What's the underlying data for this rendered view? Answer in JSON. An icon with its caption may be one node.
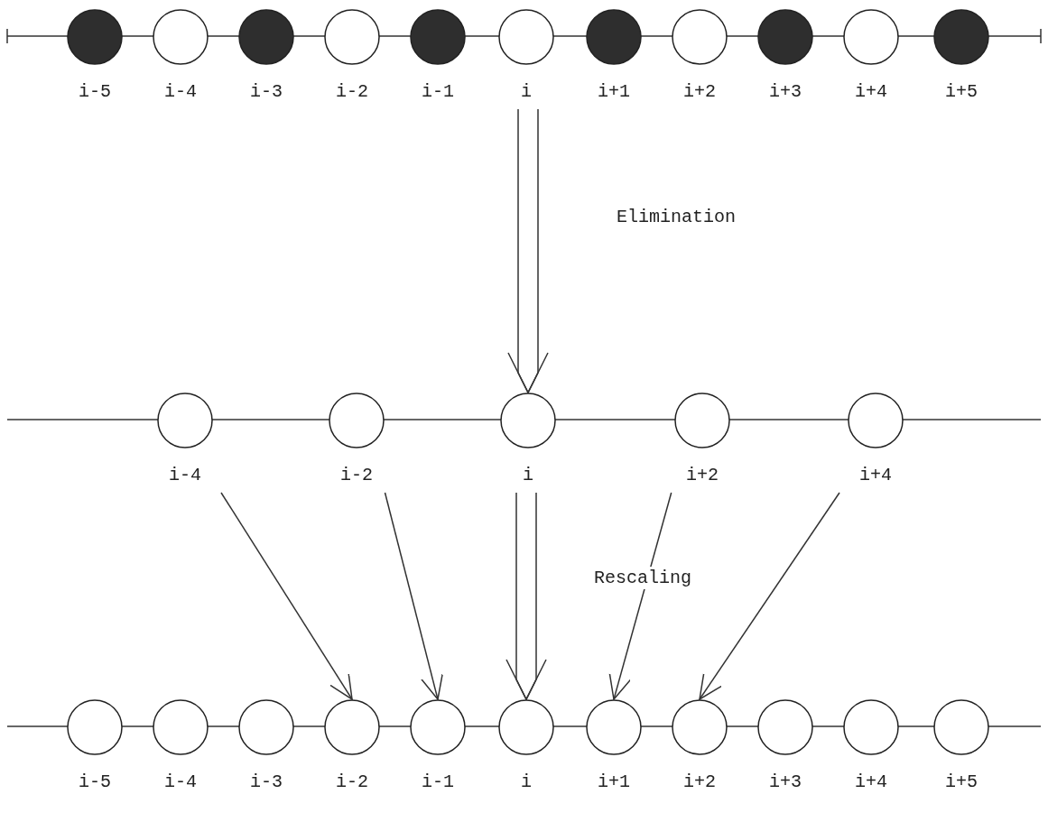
{
  "diagram": {
    "nodes": [
      {
        "text": [],
        "shape": "circle",
        "beside": [
          "i-5"
        ]
      },
      {
        "text": [],
        "shape": "circle",
        "beside": [
          "i-4"
        ]
      },
      {
        "text": [],
        "shape": "circle",
        "beside": [
          "i-3"
        ]
      },
      {
        "text": [],
        "shape": "circle",
        "beside": [
          "i-2"
        ]
      },
      {
        "text": [],
        "shape": "circle",
        "beside": [
          "i-1"
        ]
      },
      {
        "text": [],
        "shape": "circle",
        "beside": [
          "i"
        ]
      },
      {
        "text": [],
        "shape": "circle",
        "beside": [
          "i+1"
        ]
      },
      {
        "text": [],
        "shape": "circle",
        "beside": [
          "i+2"
        ]
      },
      {
        "text": [],
        "shape": "circle",
        "beside": [
          "i+3"
        ]
      },
      {
        "text": [],
        "shape": "circle",
        "beside": [
          "i+4"
        ]
      },
      {
        "text": [],
        "shape": "circle",
        "beside": [
          "i+5"
        ]
      },
      {
        "text": [],
        "shape": "circle",
        "beside": [
          "i-4"
        ]
      },
      {
        "text": [],
        "shape": "circle",
        "beside": [
          "i-2"
        ]
      },
      {
        "text": [],
        "shape": "circle",
        "beside": [
          "i"
        ]
      },
      {
        "text": [],
        "shape": "circle",
        "beside": [
          "i+2"
        ]
      },
      {
        "text": [],
        "shape": "circle",
        "beside": [
          "i+4"
        ]
      },
      {
        "text": [],
        "shape": "circle",
        "beside": [
          "i-5"
        ]
      },
      {
        "text": [],
        "shape": "circle",
        "beside": [
          "i-4"
        ]
      },
      {
        "text": [],
        "shape": "circle",
        "beside": [
          "i-3"
        ]
      },
      {
        "text": [],
        "shape": "circle",
        "beside": [
          "i-2"
        ]
      },
      {
        "text": [],
        "shape": "circle",
        "beside": [
          "i-1"
        ]
      },
      {
        "text": [],
        "shape": "circle",
        "beside": [
          "i"
        ]
      },
      {
        "text": [],
        "shape": "circle",
        "beside": [
          "i+1"
        ]
      },
      {
        "text": [],
        "shape": "circle",
        "beside": [
          "i+2"
        ]
      },
      {
        "text": [],
        "shape": "circle",
        "beside": [
          "i+3"
        ]
      },
      {
        "text": [],
        "shape": "circle",
        "beside": [
          "i+4"
        ]
      },
      {
        "text": [],
        "shape": "circle",
        "beside": [
          "i+5"
        ]
      }
    ],
    "edges": [
      {
        "from": 0,
        "to": null,
        "arrow": "other"
      },
      {
        "from": 0,
        "to": 1,
        "arrow": "none"
      },
      {
        "from": 1,
        "to": 2,
        "arrow": "none"
      },
      {
        "from": 2,
        "to": 3,
        "arrow": "none"
      },
      {
        "from": 3,
        "to": 4,
        "arrow": "none"
      },
      {
        "from": 4,
        "to": 5,
        "arrow": "none"
      },
      {
        "from": 5,
        "to": 6,
        "arrow": "none"
      },
      {
        "from": 6,
        "to": 7,
        "arrow": "none"
      },
      {
        "from": 7,
        "to": 8,
        "arrow": "none"
      },
      {
        "from": 8,
        "to": 9,
        "arrow": "none"
      },
      {
        "from": 9,
        "to": 10,
        "arrow": "none"
      },
      {
        "from": 10,
        "to": null,
        "arrow": "other"
      },
      {
        "from": 5,
        "to": 13,
        "arrow": "to"
      },
      {
        "from": 11,
        "to": null,
        "arrow": "none"
      },
      {
        "from": 11,
        "to": 12,
        "arrow": "none"
      },
      {
        "from": 12,
        "to": 13,
        "arrow": "none"
      },
      {
        "from": 13,
        "to": 14,
        "arrow": "none"
      },
      {
        "from": 14,
        "to": 15,
        "arrow": "none"
      },
      {
        "from": 15,
        "to": null,
        "arrow": "none"
      },
      {
        "from": 11,
        "to": 19,
        "arrow": "to"
      },
      {
        "from": 12,
        "to": 20,
        "arrow": "to"
      },
      {
        "from": 13,
        "to": 21,
        "arrow": "to"
      },
      {
        "from": 14,
        "to": 22,
        "arrow": "to"
      },
      {
        "from": 15,
        "to": 23,
        "arrow": "to"
      },
      {
        "from": 16,
        "to": null,
        "arrow": "none"
      },
      {
        "from": 16,
        "to": 17,
        "arrow": "none"
      },
      {
        "from": 17,
        "to": 18,
        "arrow": "none"
      },
      {
        "from": 18,
        "to": 19,
        "arrow": "none"
      },
      {
        "from": 19,
        "to": 20,
        "arrow": "none"
      },
      {
        "from": 20,
        "to": 21,
        "arrow": "none"
      },
      {
        "from": 21,
        "to": 22,
        "arrow": "none"
      },
      {
        "from": 22,
        "to": 23,
        "arrow": "none"
      },
      {
        "from": 23,
        "to": 24,
        "arrow": "none"
      },
      {
        "from": 24,
        "to": 25,
        "arrow": "none"
      },
      {
        "from": 25,
        "to": 26,
        "arrow": "none"
      },
      {
        "from": 26,
        "to": null,
        "arrow": "none"
      }
    ],
    "labels": [
      "Elimination",
      "Rescaling"
    ]
  }
}
